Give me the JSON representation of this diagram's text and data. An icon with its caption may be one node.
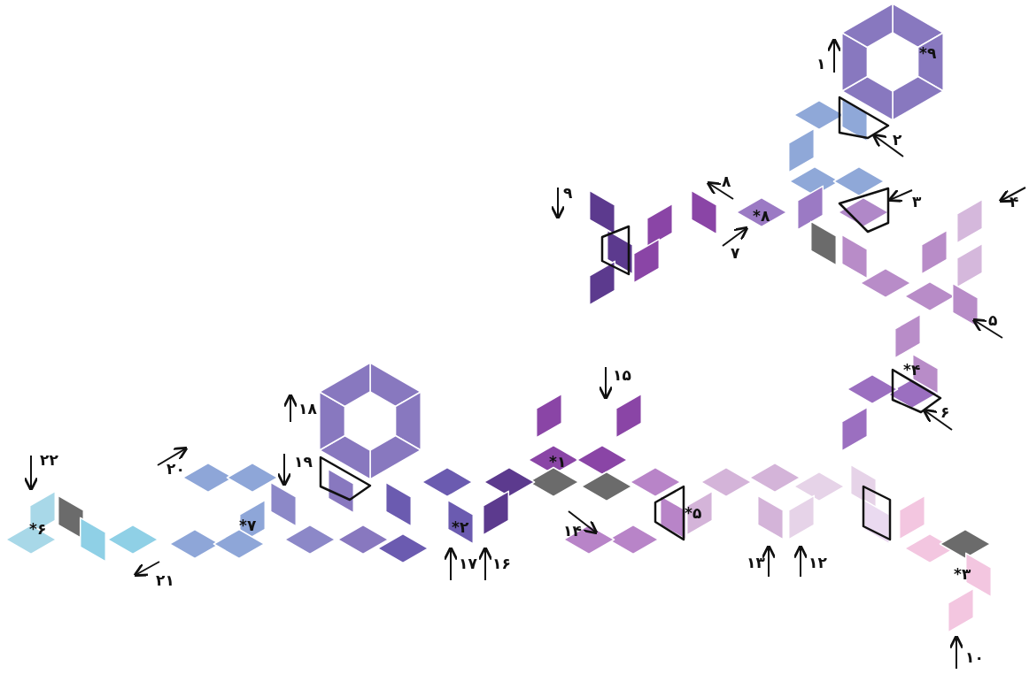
{
  "diagram": {
    "labels": [
      "۱",
      "*۹",
      "۲",
      "۳",
      "۴",
      "۵",
      "*۴",
      "۶",
      "۸",
      "*۸",
      "۷",
      "۹",
      "۱۵",
      "*۱",
      "۱۴",
      "*۵",
      "۱۳",
      "۱۲",
      "*۳",
      "۱۰",
      "۱۸",
      "۱۹",
      "۲۰",
      "*۷",
      "*۲",
      "۱۷",
      "۱۶",
      "۲۲",
      "*۶",
      "۲۱"
    ]
  }
}
